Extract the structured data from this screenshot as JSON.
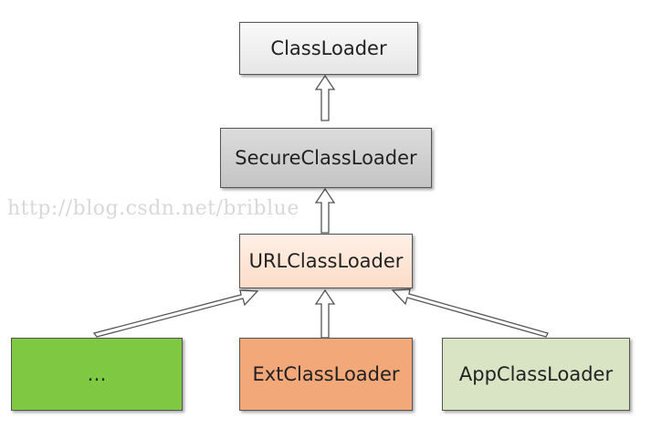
{
  "nodes": {
    "classloader": {
      "label": "ClassLoader",
      "color": "#efefef"
    },
    "secure": {
      "label": "SecureClassLoader",
      "color": "#cfcfcf"
    },
    "url": {
      "label": "URLClassLoader",
      "color": "#fde6d8"
    },
    "other": {
      "label": "…",
      "color": "#7ec842"
    },
    "ext": {
      "label": "ExtClassLoader",
      "color": "#f2a878"
    },
    "app": {
      "label": "AppClassLoader",
      "color": "#d9e4c4"
    }
  },
  "watermark": "http://blog.csdn.net/briblue"
}
